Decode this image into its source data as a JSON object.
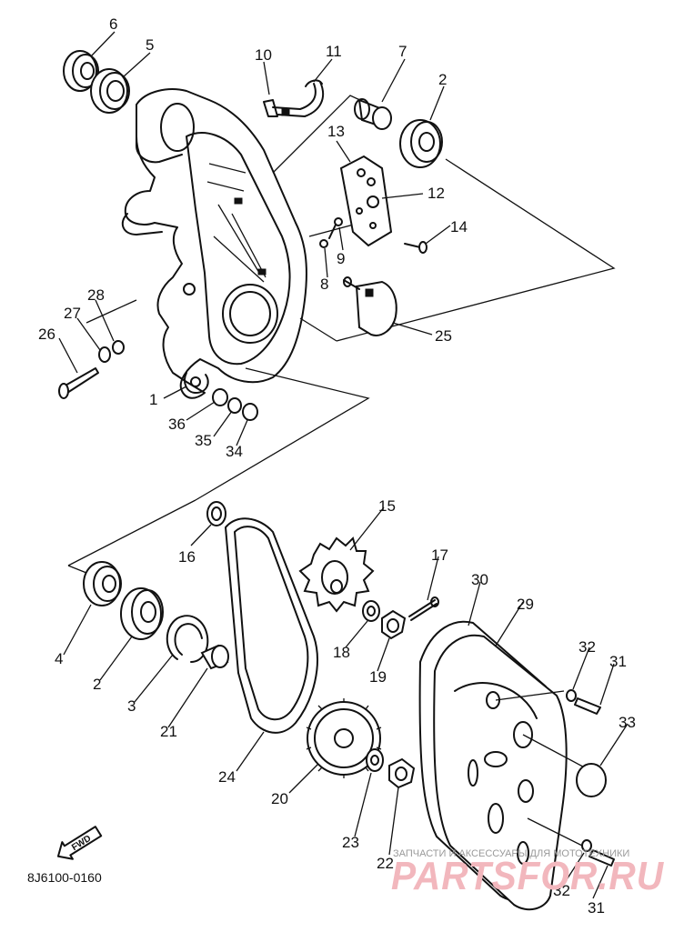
{
  "diagram_code": "8J6100-0160",
  "fwd_label": "FWD",
  "watermark": {
    "line1": "ЗАПЧАСТИ И АКСЕССУАРЫ ДЛЯ МОТОТЕХНИКИ",
    "line2": "PARTSFOR.RU"
  },
  "callouts": [
    "1",
    "2",
    "3",
    "4",
    "5",
    "6",
    "7",
    "8",
    "9",
    "10",
    "11",
    "12",
    "13",
    "14",
    "15",
    "16",
    "17",
    "18",
    "19",
    "20",
    "21",
    "22",
    "23",
    "24",
    "25",
    "26",
    "27",
    "28",
    "29",
    "30",
    "31",
    "32",
    "33",
    "34",
    "35",
    "36"
  ]
}
